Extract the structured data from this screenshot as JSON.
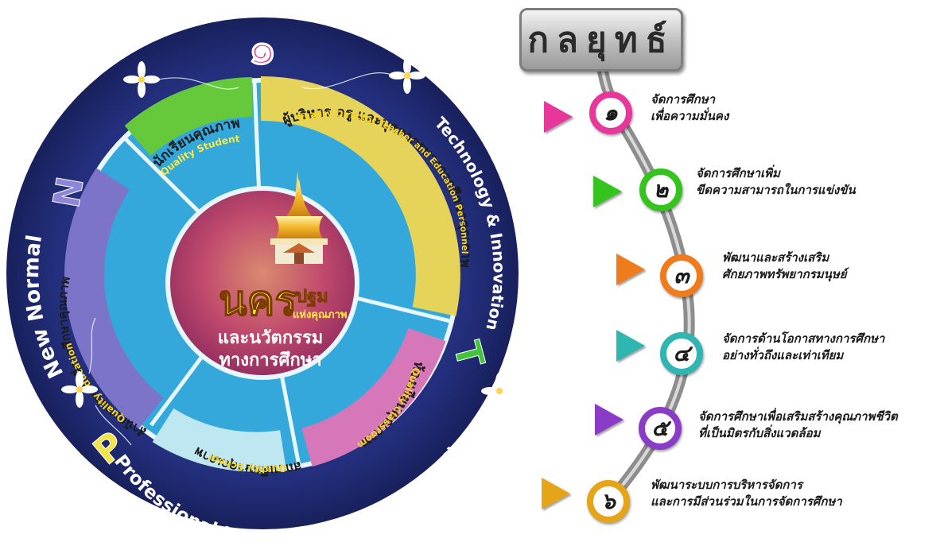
{
  "wheel": {
    "center": {
      "title_big": "นคร",
      "title_small": "ปฐม",
      "subtitle_small": "แห่งคุณภาพ",
      "line1": "และนวัตกรรม",
      "line2": "ทางการศึกษา"
    },
    "segments": [
      {
        "thai": "นักเรียนคุณภาพ",
        "english": "Quality Student"
      },
      {
        "thai": "ผู้บริหาร ครู และบุคลากรทางการศึกษาคุณภาพ",
        "english": "Quality Director Teacher and Education Personnel"
      },
      {
        "thai": "ห้องเรียนคุณภาพ",
        "english": "Quality Classroom"
      },
      {
        "thai": "สถานศึกษาคุณภาพ",
        "english": "Quality School"
      },
      {
        "thai": "สำนักงานเขตพื้นที่การศึกษาคุณภาพ",
        "english": "Quality Education"
      }
    ],
    "outer_ring": {
      "top_numeral": "๑",
      "left_text": "New Normal",
      "right_text": "Technology & Innovation",
      "bottom_text": "Professional Learning Community (PLC)"
    }
  },
  "strategy": {
    "title": "กลยุทธ์",
    "items": [
      {
        "numeral": "๑",
        "line1": "จัดการศึกษา",
        "line2": "เพื่อความมั่นคง",
        "color": "#e8379a"
      },
      {
        "numeral": "๒",
        "line1": "จัดการศึกษาเพิ่ม",
        "line2": "ขีดความสามารถในการแข่งขัน",
        "color": "#35c41e"
      },
      {
        "numeral": "๓",
        "line1": "พัฒนาและสร้างเสริม",
        "line2": "ศักยภาพทรัพยากรมนุษย์",
        "color": "#f07b1c"
      },
      {
        "numeral": "๔",
        "line1": "จัดการด้านโอกาสทางการศึกษา",
        "line2": "อย่างทั่วถึงและเท่าเทียม",
        "color": "#2fb5b2"
      },
      {
        "numeral": "๕",
        "line1": "จัดการศึกษาเพื่อเสริมสร้างคุณภาพชีวิต",
        "line2": "ที่เป็นมิตรกับสิ่งแวดล้อม",
        "color": "#8a3cc7"
      },
      {
        "numeral": "๖",
        "line1": "พัฒนาระบบการบริหารจัดการ",
        "line2": "และการมีส่วนร่วมในการจัดการศึกษา",
        "color": "#e6a418"
      }
    ]
  }
}
